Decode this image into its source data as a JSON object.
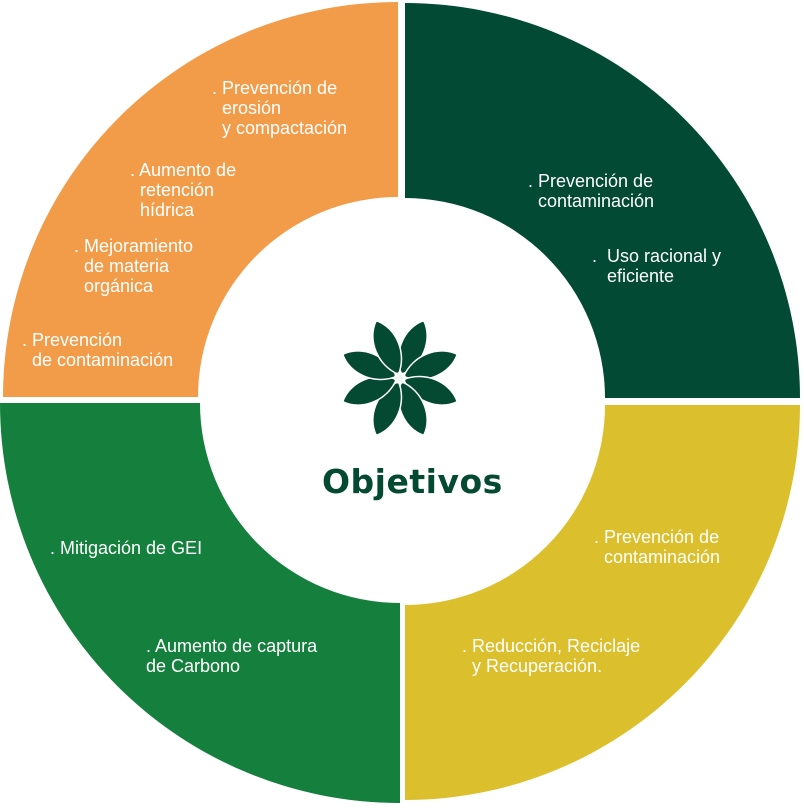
{
  "title": "Objetivos",
  "colors": {
    "orange": "#F29C4A",
    "dark_green": "#024A33",
    "yellow": "#DCBF2C",
    "green": "#157F3D",
    "logo": "#044A33"
  },
  "quadrants": {
    "top_left": {
      "items": [
        ". Prevención de\n  erosión\n  y compactación",
        ". Aumento de\n  retención\n  hídrica",
        ". Mejoramiento\n  de materia\n  orgánica",
        ". Prevención\n  de contaminación"
      ]
    },
    "top_right": {
      "items": [
        ". Prevención de\n  contaminación",
        ".  Uso racional y\n   eficiente"
      ]
    },
    "bottom_right": {
      "items": [
        ". Prevención de\n  contaminación",
        ". Reducción, Reciclaje\n  y Recuperación."
      ]
    },
    "bottom_left": {
      "items": [
        ". Mitigación de GEI",
        ". Aumento de captura\nde Carbono"
      ]
    }
  }
}
